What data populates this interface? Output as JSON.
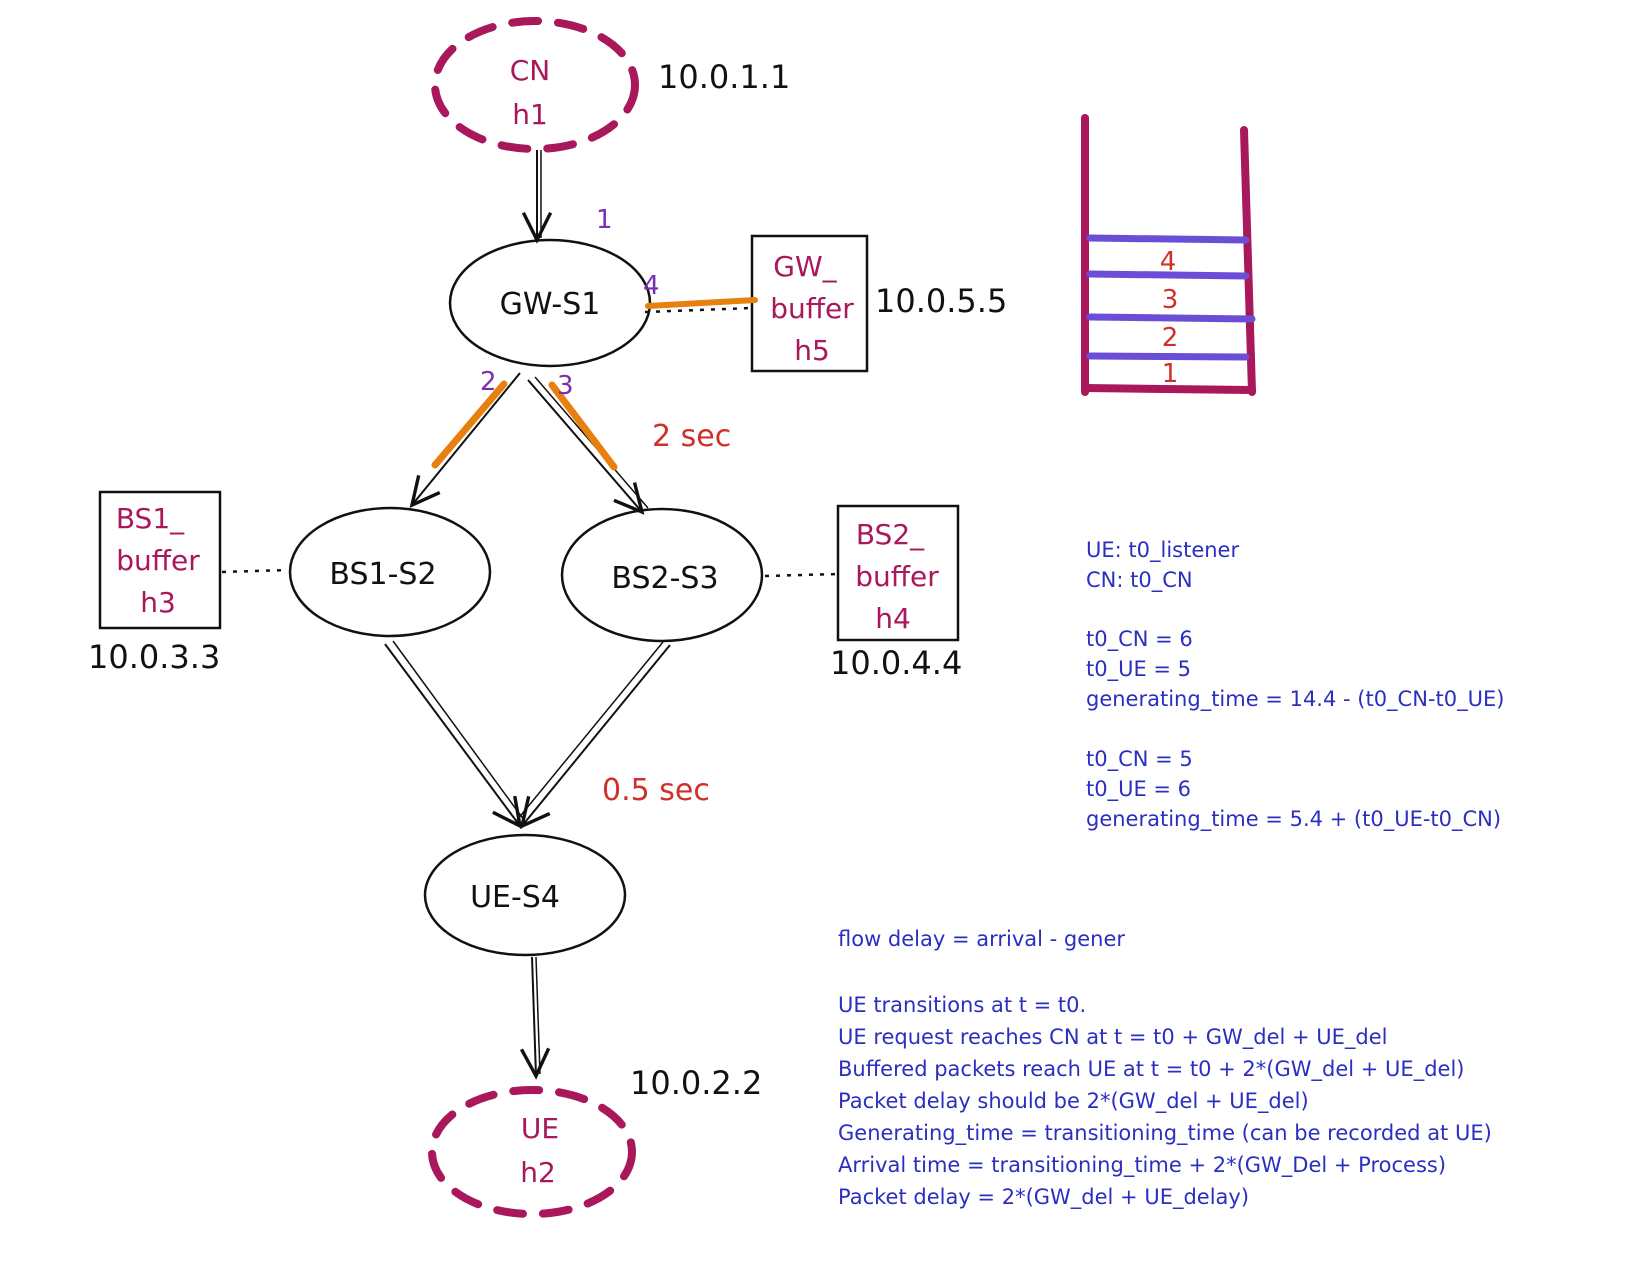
{
  "colors": {
    "magenta": "#a8185a",
    "orange": "#e8800f",
    "purple": "#7a2fb0",
    "blue": "#2a2fc0",
    "red": "#d0302a",
    "black": "#111111",
    "shelf_line": "#6a4fd6"
  },
  "hosts": {
    "cn": {
      "line1": "CN",
      "line2": "h1",
      "ip": "10.0.1.1"
    },
    "ue": {
      "line1": "UE",
      "line2": "h2",
      "ip": "10.0.2.2"
    }
  },
  "switches": {
    "gw": "GW-S1",
    "bs1": "BS1-S2",
    "bs2": "BS2-S3",
    "ue": "UE-S4"
  },
  "buffers": {
    "gw": {
      "line1": "GW_",
      "line2": "buffer",
      "line3": "h5",
      "ip": "10.0.5.5"
    },
    "bs1": {
      "line1": "BS1_",
      "line2": "buffer",
      "line3": "h3",
      "ip": "10.0.3.3"
    },
    "bs2": {
      "line1": "BS2_",
      "line2": "buffer",
      "line3": "h4",
      "ip": "10.0.4.4"
    }
  },
  "step_labels": {
    "s1": "1",
    "s2": "2",
    "s3": "3",
    "s4": "4"
  },
  "delays": {
    "gw_bs": "2 sec",
    "bs_ue": "0.5 sec"
  },
  "stack_levels": [
    "4",
    "3",
    "2",
    "1"
  ],
  "notes_right": [
    "UE: t0_listener",
    "CN: t0_CN",
    "",
    "t0_CN = 6",
    "t0_UE = 5",
    "generating_time = 14.4 - (t0_CN-t0_UE)",
    "",
    "t0_CN = 5",
    "t0_UE = 6",
    "generating_time = 5.4 + (t0_UE-t0_CN)"
  ],
  "notes_bottom": [
    "flow delay = arrival - gener",
    "",
    "UE transitions at t = t0.",
    "UE request reaches CN at t = t0 + GW_del + UE_del",
    "Buffered packets reach UE at t = t0 + 2*(GW_del + UE_del)",
    "Packet delay should be 2*(GW_del + UE_del)",
    "Generating_time = transitioning_time (can be recorded at UE)",
    "Arrival time = transitioning_time + 2*(GW_Del + Process)",
    "Packet delay = 2*(GW_del + UE_delay)"
  ]
}
